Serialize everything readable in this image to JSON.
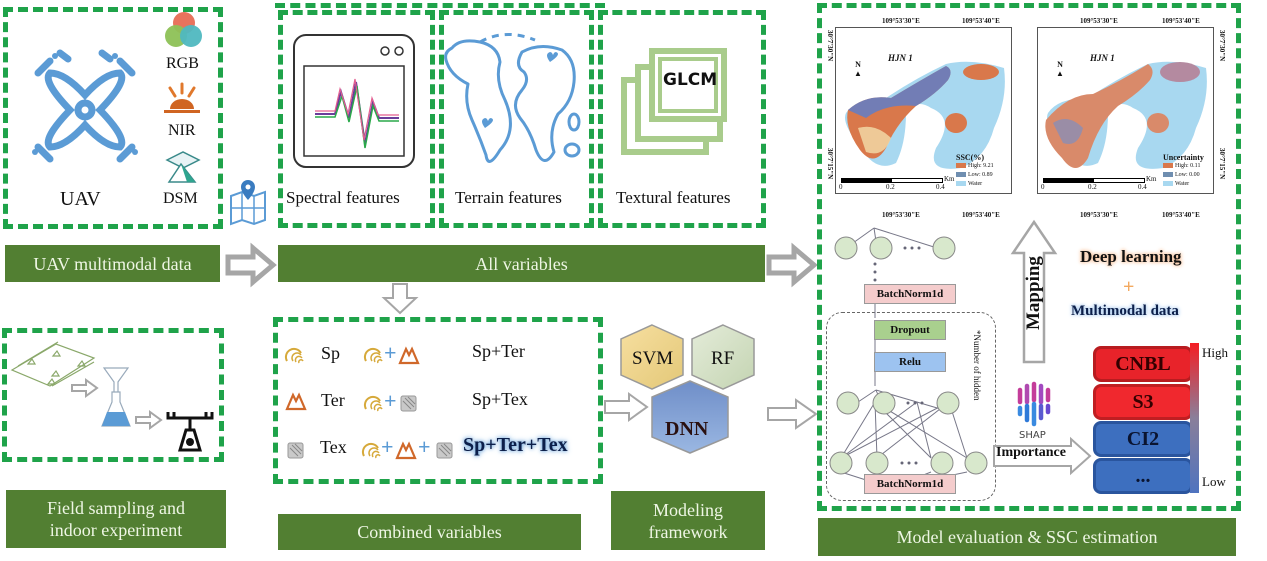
{
  "panels": {
    "uav": {
      "label": "UAV",
      "sensors": [
        "RGB",
        "NIR",
        "DSM"
      ],
      "bar": "UAV multimodal data"
    },
    "features": {
      "spectral": "Spectral features",
      "terrain": "Terrain features",
      "textural": "Textural features",
      "glcm": "GLCM",
      "bar": "All variables"
    },
    "field": {
      "bar_line1": "Field sampling and",
      "bar_line2": "indoor experiment"
    },
    "combined": {
      "singles": [
        "Sp",
        "Ter",
        "Tex"
      ],
      "plus": "+",
      "combos": [
        "Sp+Ter",
        "Sp+Tex",
        "Sp+Ter+Tex"
      ],
      "bar": "Combined variables"
    },
    "modeling": {
      "models": [
        "SVM",
        "RF",
        "DNN"
      ],
      "bar_line1": "Modeling",
      "bar_line2": "framework"
    },
    "evaluation": {
      "bar": "Model evaluation & SSC estimation",
      "map_ssc": {
        "title": "HJN 1",
        "north": "N",
        "top_coords": [
          "109°53'30\"E",
          "109°53'40\"E"
        ],
        "bottom_coords": [
          "109°53'30\"E",
          "109°53'40\"E"
        ],
        "side_coords": [
          "30°7'30\"N",
          "30°7'15\"N"
        ],
        "legend_title": "SSC(%)",
        "legend_items": [
          "High: 9.21",
          "Low: 0.89",
          "Water"
        ],
        "scale": [
          "0",
          "0.2",
          "0.4",
          "Km"
        ]
      },
      "map_unc": {
        "title": "HJN 1",
        "north": "N",
        "top_coords": [
          "109°53'30\"E",
          "109°53'40\"E"
        ],
        "bottom_coords": [
          "109°53'30\"E",
          "109°53'40\"E"
        ],
        "side_coords": [
          "30°7'30\"N",
          "30°7'15\"N"
        ],
        "legend_title": "Uncertainty",
        "legend_items": [
          "High: 0.11",
          "Low: 0.00",
          "Water"
        ],
        "scale": [
          "0",
          "0.2",
          "0.4",
          "Km"
        ]
      },
      "network": {
        "batchnorm_top": "BatchNorm1d",
        "dropout": "Dropout",
        "relu": "Relu",
        "batchnorm_bottom": "BatchNorm1d",
        "hidden_note": "*Number of hidden"
      },
      "mapping": "Mapping",
      "deep_learning": "Deep learning",
      "plus": "+",
      "multimodal": "Multimodal data",
      "shap": "SHAP",
      "importance": "Importance",
      "ranked_features": [
        "CNBL",
        "S3",
        "CI2",
        "..."
      ],
      "scale_high": "High",
      "scale_low": "Low"
    }
  },
  "colors": {
    "dash_green": "#1fa34a",
    "bar_green": "#527f32",
    "arrow_gray": "#a6a6a6",
    "icon_blue": "#5b9bd5",
    "feature_red": "#e8232a",
    "feature_blue": "#3d6fbf"
  }
}
